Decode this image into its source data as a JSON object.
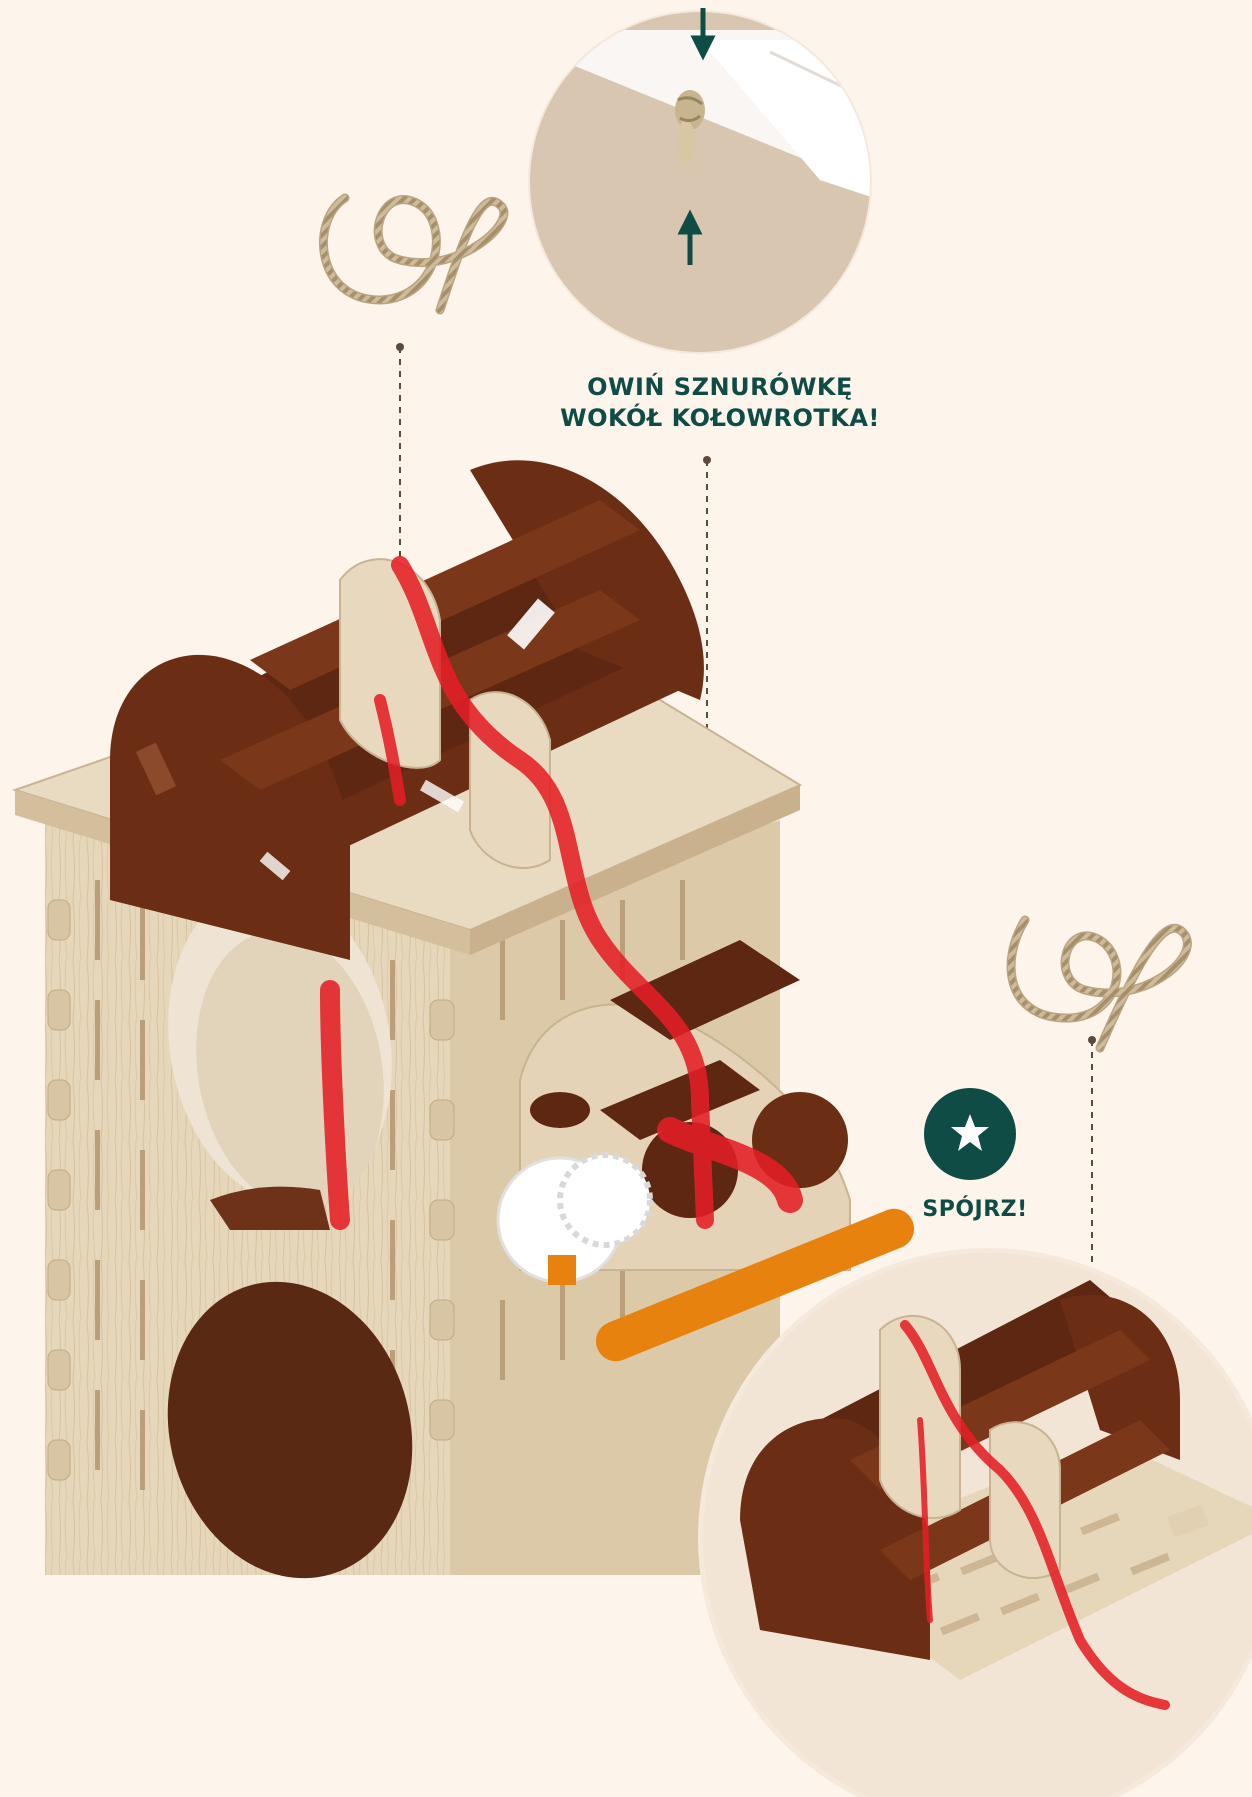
{
  "instructions": {
    "wind_lace_line1": "OWIŃ SZNURÓWKĘ",
    "wind_lace_line2": "WOKÓŁ KOŁOWROTKA!",
    "look_label": "SPÓJRZ!"
  },
  "icons": {
    "look_badge": "star-icon",
    "detail_arrows": "arrow-down-icon, arrow-up-icon",
    "lace": "rope-loop-icon"
  },
  "colors": {
    "background": "#fdf4ec",
    "accent": "#0e4c45",
    "wood_light": "#e4d3b6",
    "wood_dark": "#6b2e14",
    "lace_red": "#e41f26",
    "handle_orange": "#e8820e",
    "circle_bg": "#dcc9b4"
  }
}
